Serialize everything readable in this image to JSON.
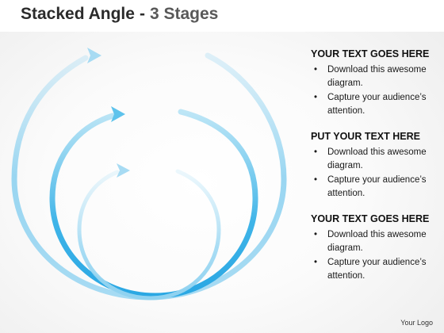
{
  "title": {
    "main": "Stacked Angle",
    "separator": "-",
    "sub": "3 Stages"
  },
  "colors": {
    "arrow_light": "#a7dbf3",
    "arrow_mid": "#5ec3ec",
    "arrow_dark": "#2aa7e3"
  },
  "blocks": [
    {
      "heading": "YOUR TEXT GOES HERE",
      "bullets": [
        "Download this awesome diagram.",
        "Capture your audience’s attention."
      ]
    },
    {
      "heading": "PUT YOUR TEXT HERE",
      "bullets": [
        "Download this awesome diagram.",
        "Capture your audience’s attention."
      ]
    },
    {
      "heading": "YOUR TEXT GOES HERE",
      "bullets": [
        "Download this awesome diagram.",
        "Capture your audience’s attention."
      ]
    }
  ],
  "bullet_symbol": "•",
  "logo": "Your Logo"
}
